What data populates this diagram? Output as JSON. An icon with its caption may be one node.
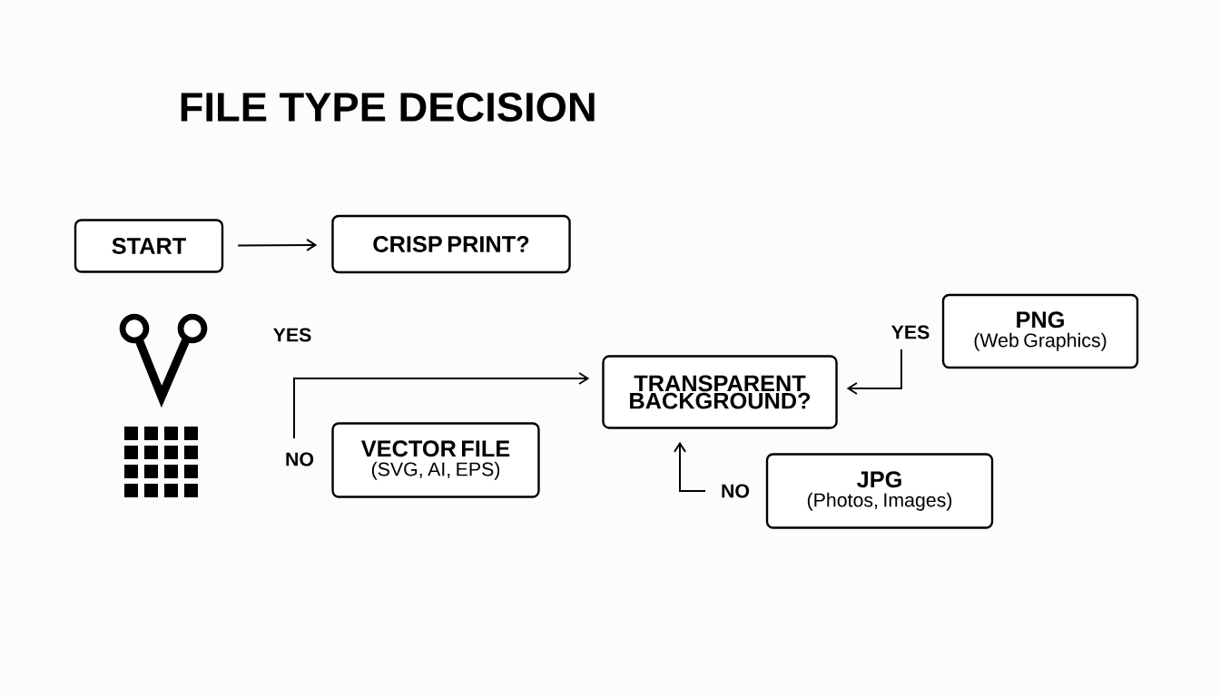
{
  "diagram": {
    "title": "FILE TYPE DECISION",
    "nodes": [
      {
        "text": [
          "START"
        ]
      },
      {
        "text": [
          "CRISP PRINT?"
        ]
      },
      {
        "text": [
          "PNG",
          "(Web Graphics)"
        ]
      },
      {
        "text": [
          "TRANSPARENT BACKGROUND?"
        ]
      },
      {
        "text": [
          "VECTOR FILE",
          "(SVG, AI, EPS)"
        ]
      },
      {
        "text": [
          "JPG",
          "(Photos, Images)"
        ]
      }
    ],
    "edges": [
      {
        "from": 0,
        "to": 1,
        "arrow": "to"
      },
      {
        "from": null,
        "to": 3,
        "arrow": "to",
        "label": "NO"
      },
      {
        "from": null,
        "to": 3,
        "arrow": "to",
        "label": "YES"
      },
      {
        "from": null,
        "to": 3,
        "arrow": "to",
        "label": "NO"
      }
    ],
    "labels": [
      "YES"
    ]
  }
}
